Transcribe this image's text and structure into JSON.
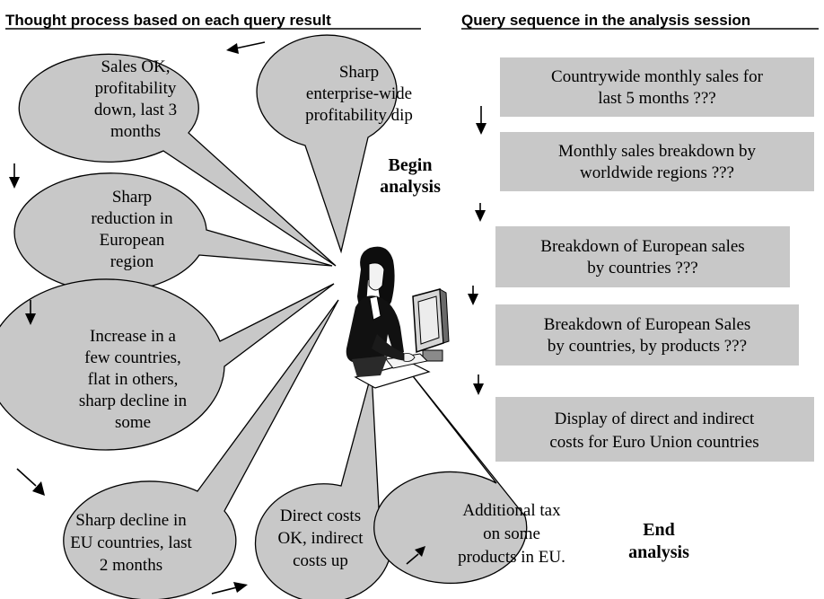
{
  "headings": {
    "left": "Thought  process based on each query result",
    "right": "Query sequence in the analysis session"
  },
  "markers": {
    "begin": [
      "Begin",
      "analysis"
    ],
    "end": [
      "End",
      "analysis"
    ]
  },
  "thoughts": [
    {
      "lines": [
        "Sharp",
        "enterprise-wide",
        "profitability dip"
      ]
    },
    {
      "lines": [
        "Sales OK,",
        "profitability",
        "down, last 3",
        "months"
      ]
    },
    {
      "lines": [
        "Sharp",
        "reduction in",
        "European",
        "region"
      ]
    },
    {
      "lines": [
        "Increase in a",
        "few countries,",
        "flat in others,",
        "sharp decline in",
        "some"
      ]
    },
    {
      "lines": [
        "Sharp decline in",
        "EU countries, last",
        "2 months"
      ]
    },
    {
      "lines": [
        "Direct costs",
        "OK, indirect",
        "costs up"
      ]
    },
    {
      "lines": [
        "Additional tax",
        "on some",
        "products in EU."
      ]
    }
  ],
  "queries": [
    {
      "lines": [
        "Countrywide monthly sales for",
        "last 5 months ???"
      ]
    },
    {
      "lines": [
        "Monthly sales breakdown by",
        "worldwide regions ???"
      ]
    },
    {
      "lines": [
        "Breakdown of European sales",
        "by countries ???"
      ]
    },
    {
      "lines": [
        "Breakdown of European Sales",
        "by countries, by products ???"
      ]
    },
    {
      "lines": [
        "Display of direct and indirect",
        "costs for Euro Union countries"
      ]
    }
  ],
  "colors": {
    "fill": "#c8c8c8",
    "stroke": "#000000"
  },
  "icons": [
    "analyst-at-computer-icon",
    "arrow-icon"
  ]
}
